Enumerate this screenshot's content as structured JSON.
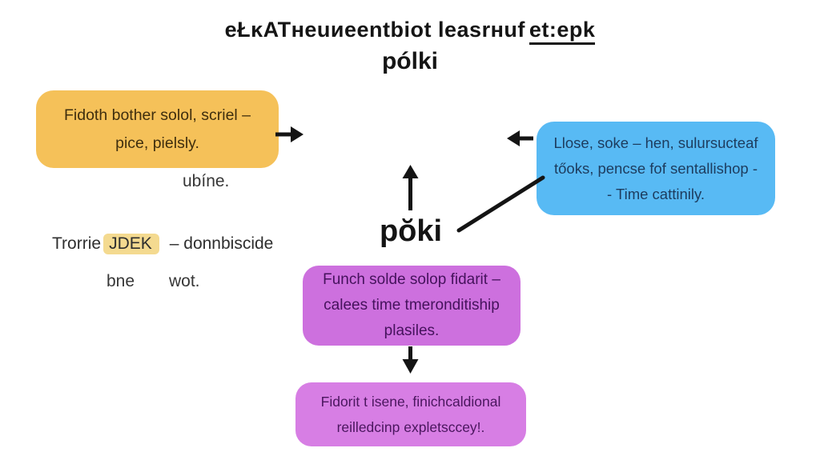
{
  "title": {
    "line1_text": "eŁĸATʜeuиeentbiot leasrʜuf",
    "line1_underlined": "et:epk",
    "line2": "pólki"
  },
  "diagram": {
    "center_label": "pŏki",
    "orange_box": {
      "fill": "#f5c159",
      "text_color": "#3f2e0e",
      "lines": [
        "Fidoth bother solol, scriel –",
        "pice, pielsly."
      ]
    },
    "blue_box": {
      "fill": "#58baf4",
      "text_color": "#1d3c5e",
      "lines": [
        "Llose, soke – hen, sulursucteaf",
        "tőoks, pencse fof sentallishop -",
        "- Time cattinily."
      ]
    },
    "purple_top_box": {
      "fill": "#cd70de",
      "text_color": "#45125c",
      "lines": [
        "Funch solde solop fidarit –",
        "calees time tmeronditiship",
        "plasiles."
      ]
    },
    "purple_bottom_box": {
      "fill": "#d77ee4",
      "text_color": "#4a165e",
      "lines": [
        "Fidorit t isene, finichcaldional",
        "reilledcinp expletsccey!."
      ]
    },
    "arrow_color": "#141414"
  },
  "annotations": {
    "ubine": "ubíne.",
    "trorrie_prefix": "Trorrie",
    "trorrie_highlight": "JDEK",
    "trorrie_suffix": "– donnbiscide",
    "highlight_color": "#f4da90",
    "bne": "bne",
    "wot": "wot."
  }
}
